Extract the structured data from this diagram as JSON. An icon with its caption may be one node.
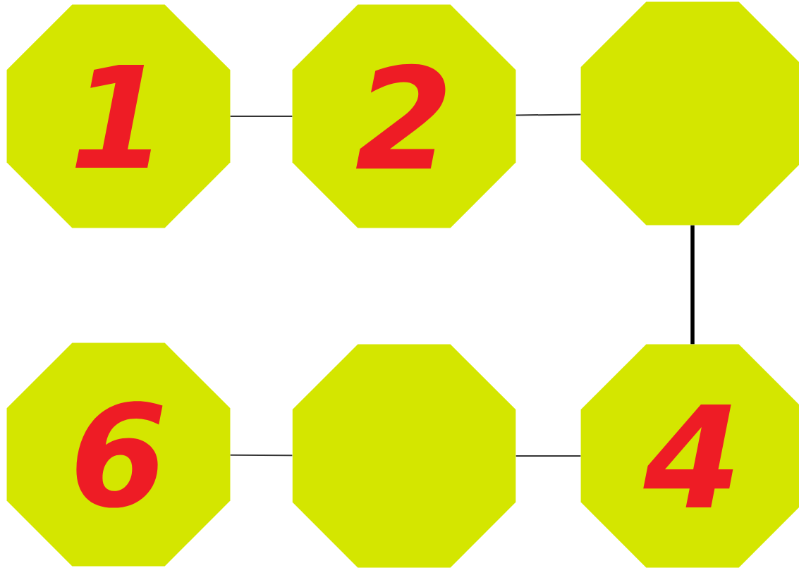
{
  "diagram": {
    "nodes": [
      {
        "text": [
          "1"
        ]
      },
      {
        "text": [
          "2"
        ]
      },
      {
        "text": [],
        "shape": "octagon"
      },
      {
        "text": [
          "6"
        ]
      },
      {
        "text": [],
        "shape": "octagon"
      },
      {
        "text": [
          "4"
        ]
      }
    ],
    "edges": [
      {
        "from": 0,
        "to": 1,
        "arrow": "none"
      },
      {
        "from": 1,
        "to": 2,
        "arrow": "none"
      },
      {
        "from": 2,
        "to": 5,
        "arrow": "none",
        "style": "thick",
        "color": "#000000"
      },
      {
        "from": 3,
        "to": 4,
        "arrow": "none"
      },
      {
        "from": 4,
        "to": 5,
        "arrow": "none"
      }
    ]
  }
}
